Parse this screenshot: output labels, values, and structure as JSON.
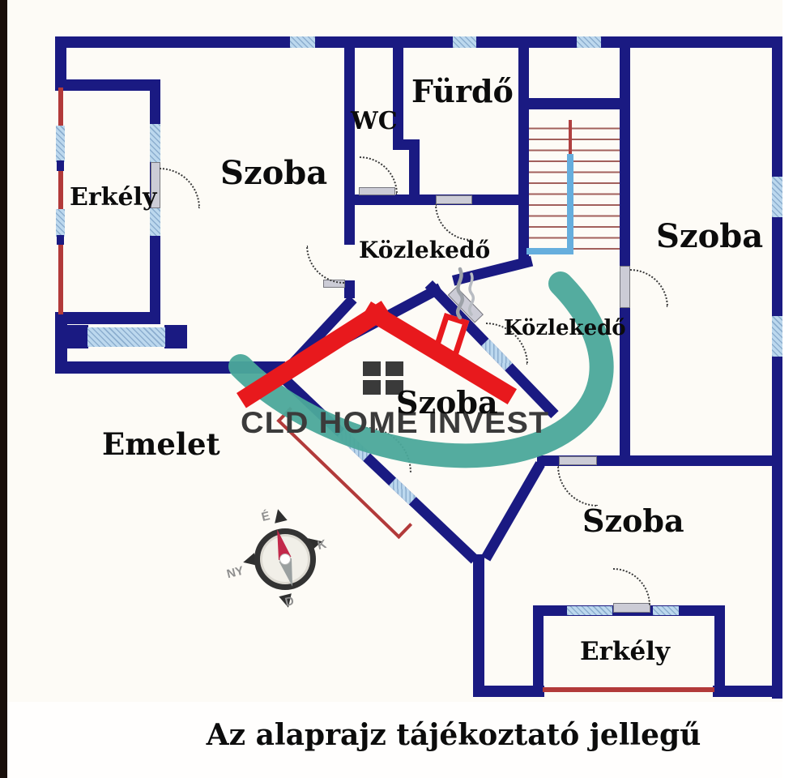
{
  "texts": {
    "caption": "Az alaprajz tájékoztató jellegű",
    "floor_label": "Emelet"
  },
  "rooms": {
    "erkely_tl": {
      "label": "Erkély"
    },
    "szoba_tl": {
      "label": "Szoba"
    },
    "wc": {
      "label": "WC"
    },
    "furdo": {
      "label": "Fürdő"
    },
    "kozlekedo_1": {
      "label": "Közlekedő"
    },
    "szoba_tr": {
      "label": "Szoba"
    },
    "kozlekedo_2": {
      "label": "Közlekedő"
    },
    "szoba_center": {
      "label": "Szoba"
    },
    "szoba_br": {
      "label": "Szoba"
    },
    "erkely_br": {
      "label": "Erkély"
    }
  },
  "logo": {
    "text": "CLD HOME INVEST"
  },
  "compass": {
    "n": "É",
    "e": "K",
    "s": "D",
    "w": "NY"
  },
  "colors": {
    "wall_navy": "#1a1a82",
    "window_blue": "#bcd8ee",
    "rail_red": "#b23a3a",
    "stair_rail_blue": "#66aedd",
    "logo_red": "#e8191d",
    "logo_teal": "#4ba89a",
    "logo_gray": "#3b3b3b",
    "background": "#fdfbf6"
  }
}
